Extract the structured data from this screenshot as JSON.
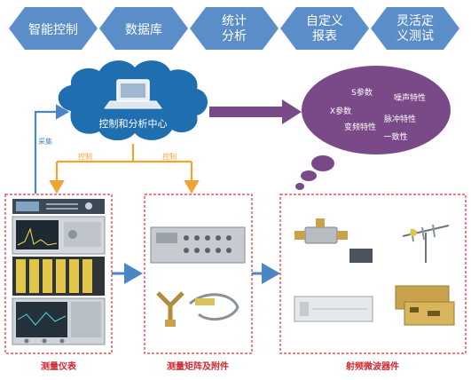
{
  "colors": {
    "hexagon": "#5b8ec9",
    "cloud": "#1f6fb0",
    "bubble": "#7a4a88",
    "dashed_border": "#e0313b",
    "orange_connector": "#f2a433",
    "blue_connector": "#4a86c5",
    "group_label": "#d0292f"
  },
  "top_features": [
    {
      "label": "智能控制"
    },
    {
      "label": "数据库"
    },
    {
      "label": "统计\n分析"
    },
    {
      "label": "自定义\n报表"
    },
    {
      "label": "灵活定\n义测试"
    }
  ],
  "cloud": {
    "label": "控制和分析中心",
    "icon": "laptop-icon"
  },
  "bubble": {
    "items": [
      "S参数",
      "噪声特性",
      "X参数",
      "脉冲特性",
      "变频特性",
      "一致性"
    ]
  },
  "connectors": {
    "collect": "采集",
    "control_left": "控制",
    "control_right": "控制"
  },
  "groups": [
    {
      "label": "测量仪表",
      "icon": "instrument-rack-icon"
    },
    {
      "label": "测量矩阵及附件",
      "icon": "switch-matrix-icon"
    },
    {
      "label": "射频微波器件",
      "icon": "rf-device-icon"
    }
  ]
}
